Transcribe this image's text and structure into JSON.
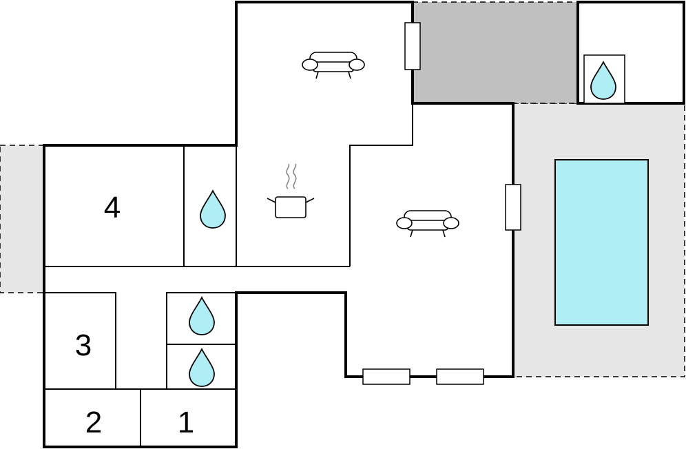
{
  "colors": {
    "wall": "#000000",
    "terrace": "#e6e6e6",
    "covered_area": "#c0c0c0",
    "pool": "#aeeef4",
    "water_drop": "#aeeef4",
    "background": "#ffffff"
  },
  "rooms": [
    {
      "id": "bedroom-4",
      "label": "4"
    },
    {
      "id": "bedroom-3",
      "label": "3"
    },
    {
      "id": "bedroom-2",
      "label": "2"
    },
    {
      "id": "bedroom-1",
      "label": "1"
    }
  ],
  "icons": [
    {
      "id": "sofa-top",
      "name": "sofa-icon"
    },
    {
      "id": "sofa-main",
      "name": "sofa-icon"
    },
    {
      "id": "kitchen",
      "name": "cooking-pot-icon"
    },
    {
      "id": "water-annex",
      "name": "water-drop-icon"
    },
    {
      "id": "water-bath-upper",
      "name": "water-drop-icon"
    },
    {
      "id": "water-bath-a",
      "name": "water-drop-icon"
    },
    {
      "id": "water-bath-b",
      "name": "water-drop-icon"
    }
  ]
}
